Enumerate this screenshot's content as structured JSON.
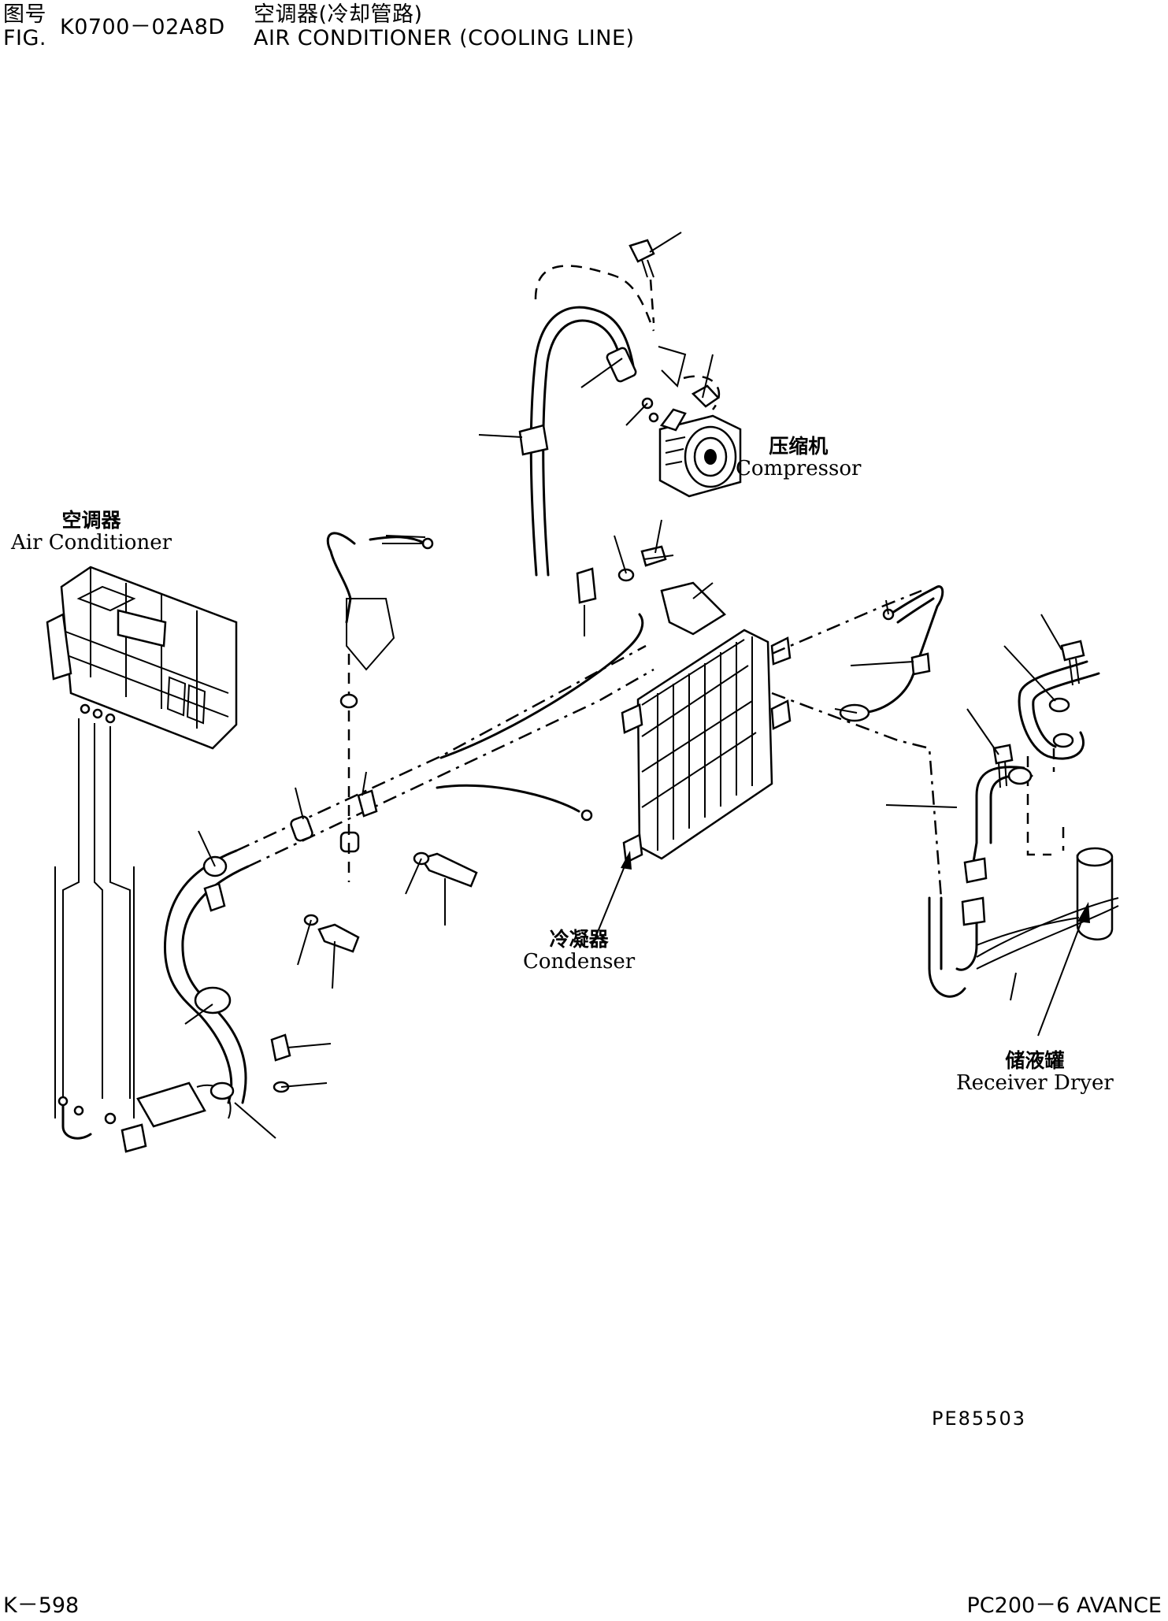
{
  "header": {
    "fig_label_cn": "图号",
    "fig_label_en": "FIG.",
    "fig_number": "K0700－02A8D",
    "title_cn": "空调器(冷却管路)",
    "title_en": "AIR CONDITIONER (COOLING LINE)"
  },
  "labels": {
    "compressor": {
      "cn": "压缩机",
      "en": "Compressor"
    },
    "air_conditioner": {
      "cn": "空调器",
      "en": "Air Conditioner"
    },
    "condenser": {
      "cn": "冷凝器",
      "en": "Condenser"
    },
    "receiver_dryer": {
      "cn": "储液罐",
      "en": "Receiver Dryer"
    }
  },
  "drawing_code": "PE85503",
  "footer": {
    "page": "K－598",
    "model": "PC200－6 AVANCE"
  }
}
